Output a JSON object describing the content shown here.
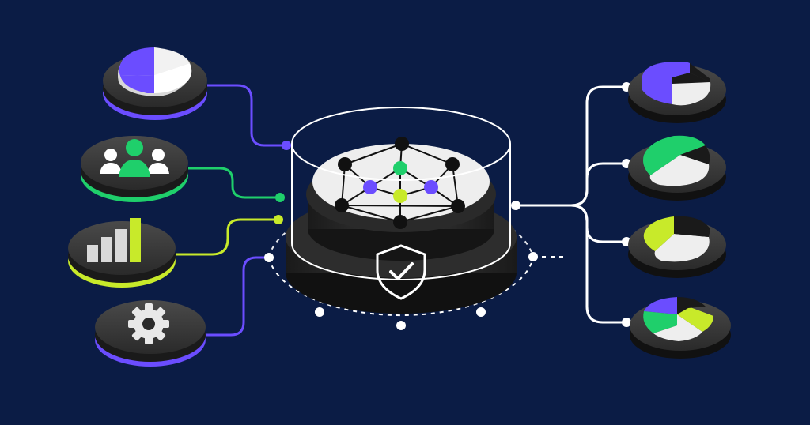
{
  "colors": {
    "background": "#0b1c45",
    "purple": "#6b4dff",
    "green": "#1fcf6b",
    "lime": "#c8ea2a",
    "white": "#ffffff",
    "dark": "#222222",
    "light_gray": "#e8e8e8"
  },
  "left_nodes": [
    {
      "icon": "pie-chart-icon",
      "accent": "purple"
    },
    {
      "icon": "users-group-icon",
      "accent": "green"
    },
    {
      "icon": "bar-chart-icon",
      "accent": "lime"
    },
    {
      "icon": "gear-icon",
      "accent": "purple"
    }
  ],
  "hub": {
    "icon": "shield-check-icon",
    "network_icon": "network-graph-icon"
  },
  "right_nodes": [
    {
      "icon": "pie-chart-icon",
      "accent": "purple"
    },
    {
      "icon": "pie-chart-icon",
      "accent": "green"
    },
    {
      "icon": "pie-chart-icon",
      "accent": "lime"
    },
    {
      "icon": "pie-chart-icon",
      "accent": "multi"
    }
  ]
}
